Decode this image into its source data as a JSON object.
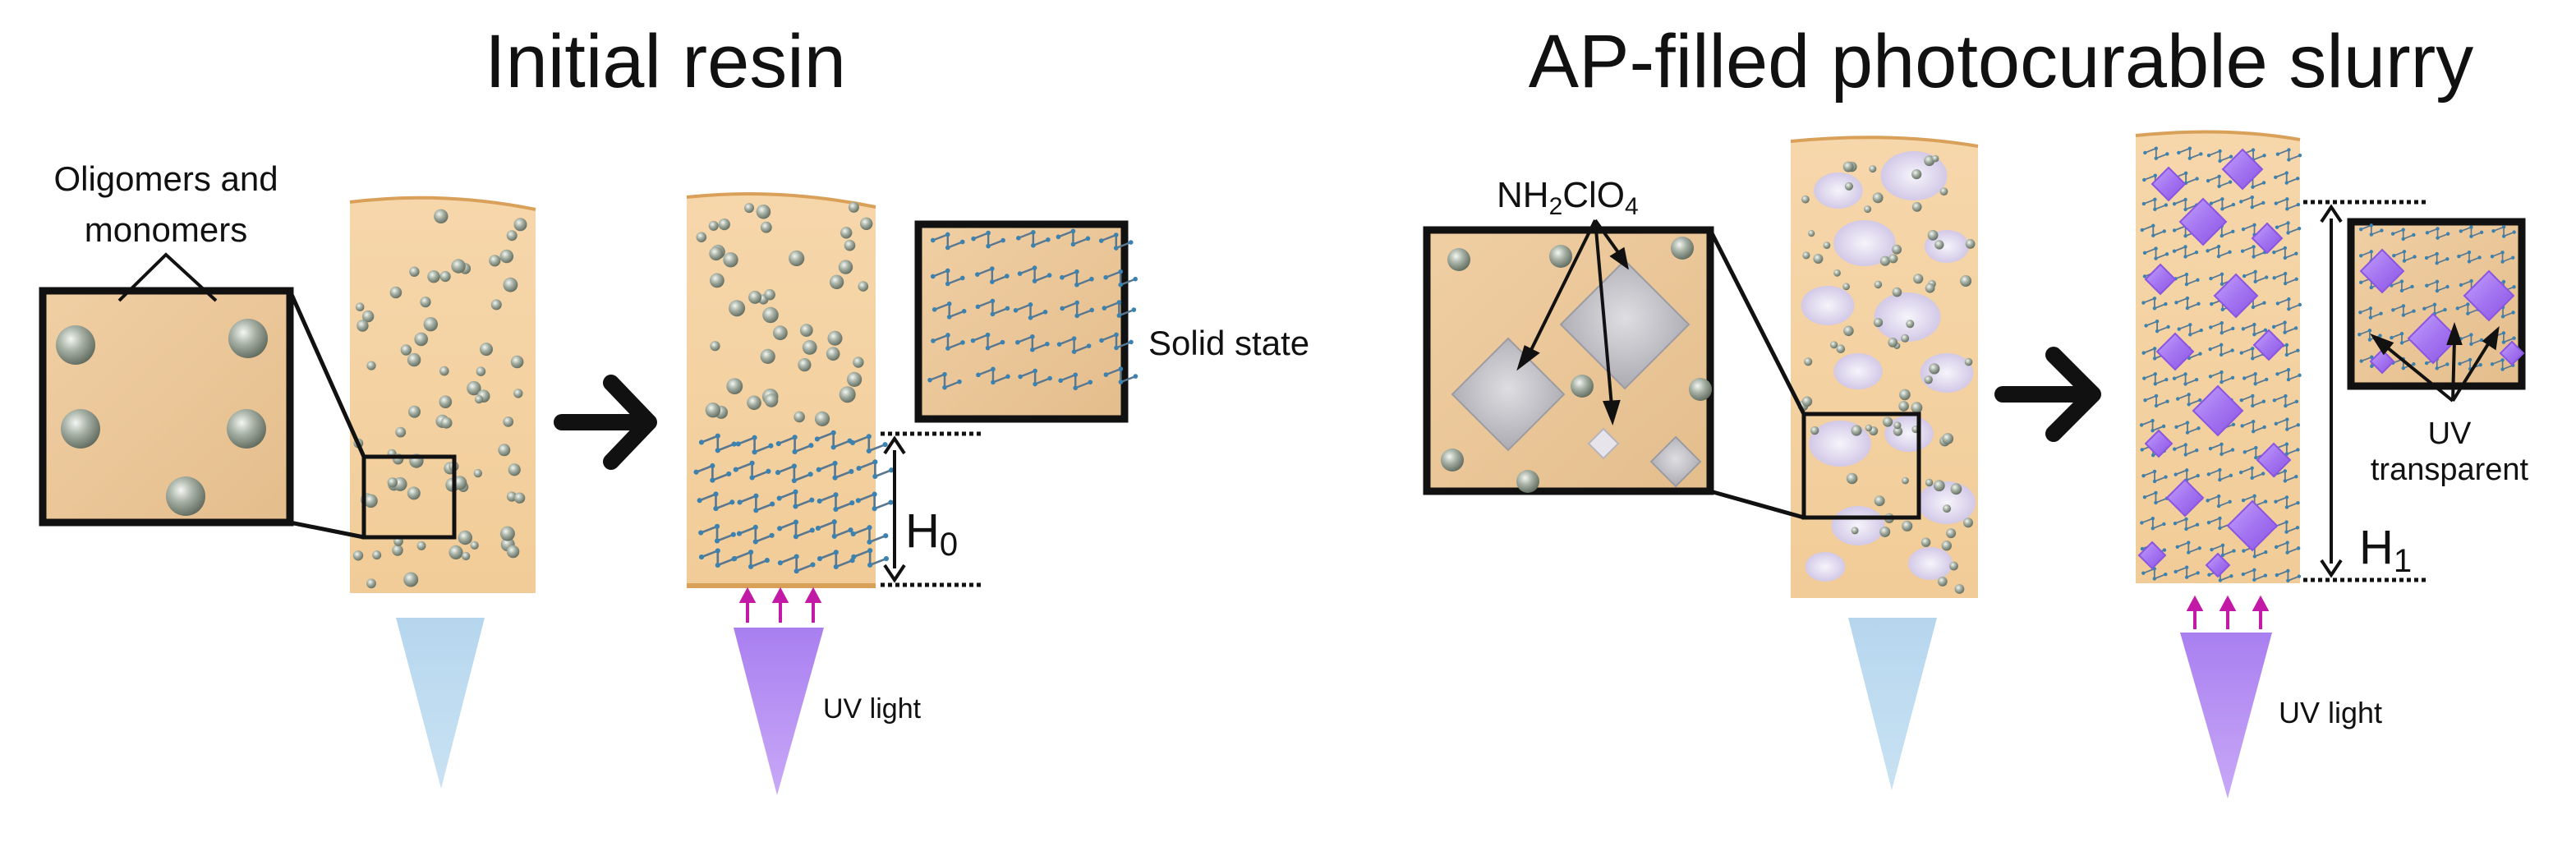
{
  "left_panel": {
    "title": "Initial resin",
    "oligomers_label_line1": "Oligomers and",
    "oligomers_label_line2": "monomers",
    "solid_state_label": "Solid state",
    "height_label_main": "H",
    "height_label_sub": "0",
    "uv_label": "UV light"
  },
  "right_panel": {
    "title": "AP-filled photocurable slurry",
    "formula_prefix": "NH",
    "formula_sub1": "2",
    "formula_mid": "ClO",
    "formula_sub2": "4",
    "uv_transparent_line1": "UV",
    "uv_transparent_line2": "transparent",
    "height_label_main": "H",
    "height_label_sub": "1",
    "uv_label": "UV light"
  },
  "colors": {
    "resin": "#f3cf9e",
    "resin_edge": "#dda25a",
    "monomer": "#9ea89c",
    "network": "#5a7790",
    "network_node": "#3b82b0",
    "ap_crystal": "#b9b9bd",
    "ap_cured": "#a77bf0",
    "uv_beam": "#b07ff0",
    "idle_beam": "#bcd9ee",
    "uv_arrow": "#c21aa6",
    "frame": "#111111"
  }
}
